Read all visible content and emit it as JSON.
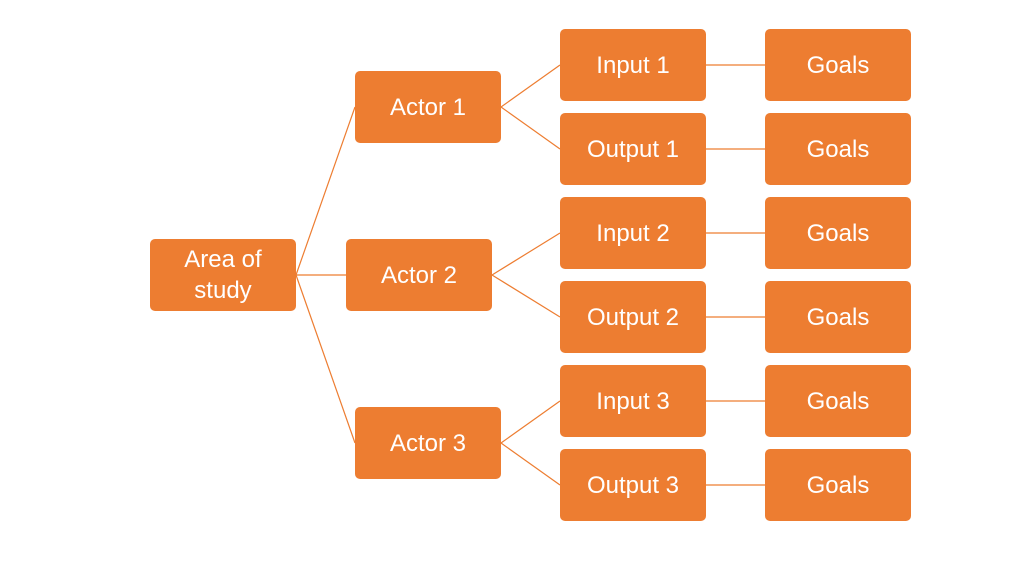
{
  "diagram": {
    "root": {
      "label": "Area of\nstudy"
    },
    "actors": [
      {
        "label": "Actor 1",
        "flows": [
          {
            "label": "Input 1",
            "goal": "Goals"
          },
          {
            "label": "Output 1",
            "goal": "Goals"
          }
        ]
      },
      {
        "label": "Actor 2",
        "flows": [
          {
            "label": "Input 2",
            "goal": "Goals"
          },
          {
            "label": "Output 2",
            "goal": "Goals"
          }
        ]
      },
      {
        "label": "Actor 3",
        "flows": [
          {
            "label": "Input 3",
            "goal": "Goals"
          },
          {
            "label": "Output 3",
            "goal": "Goals"
          }
        ]
      }
    ],
    "colors": {
      "node_fill": "#ED7D31",
      "node_text": "#FFFFFF",
      "connector": "#ED7D31",
      "background": "#FFFFFF"
    }
  }
}
